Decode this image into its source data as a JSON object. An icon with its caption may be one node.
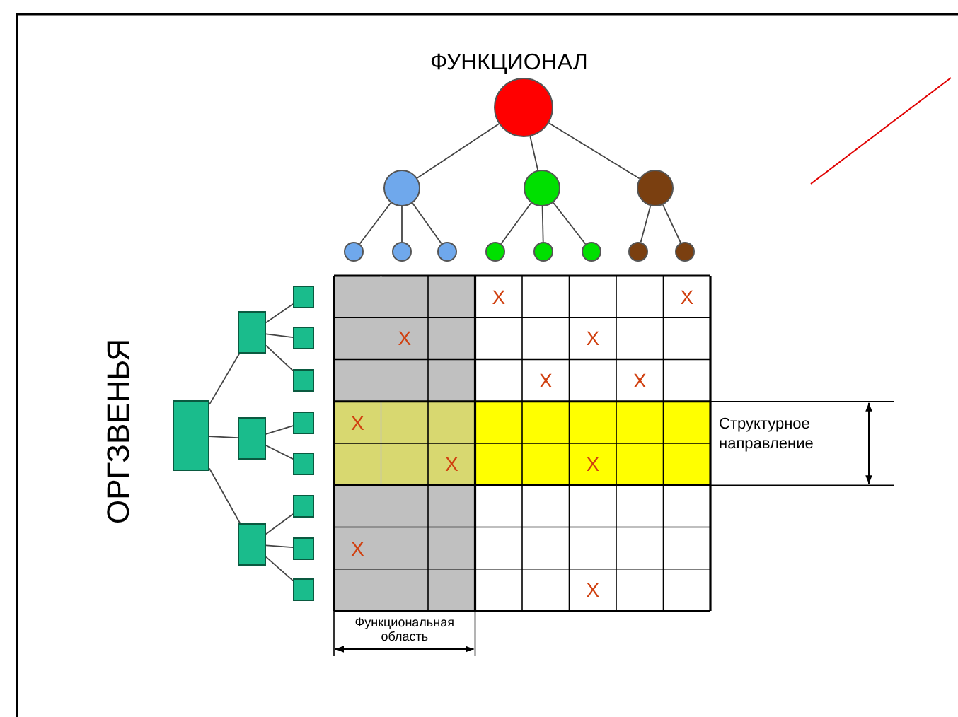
{
  "diagram": {
    "nodes": [
      {
        "text": [],
        "shape": "circle"
      },
      {
        "text": [],
        "shape": "circle"
      },
      {
        "text": [],
        "shape": "circle"
      },
      {
        "text": [],
        "shape": "circle"
      },
      {
        "text": [],
        "shape": "circle"
      },
      {
        "text": [],
        "shape": "circle"
      },
      {
        "text": [],
        "shape": "circle"
      },
      {
        "text": [],
        "shape": "circle"
      },
      {
        "text": [],
        "shape": "circle"
      },
      {
        "text": [],
        "shape": "circle"
      },
      {
        "text": [],
        "shape": "circle"
      },
      {
        "text": [],
        "shape": "circle"
      },
      {
        "text": [],
        "shape": "box"
      },
      {
        "text": [],
        "shape": "box"
      },
      {
        "text": [],
        "shape": "box"
      },
      {
        "text": [],
        "shape": "box"
      },
      {
        "text": [],
        "shape": "box"
      },
      {
        "text": [],
        "shape": "box"
      },
      {
        "text": [],
        "shape": "box"
      },
      {
        "text": [],
        "shape": "box"
      },
      {
        "text": [],
        "shape": "box"
      },
      {
        "text": [],
        "shape": "box"
      },
      {
        "text": [],
        "shape": "box"
      },
      {
        "text": [],
        "shape": "box"
      }
    ],
    "edges": [
      {
        "from": 0,
        "to": 1,
        "arrow": "none"
      },
      {
        "from": 0,
        "to": 2,
        "arrow": "none"
      },
      {
        "from": 0,
        "to": 3,
        "arrow": "none"
      },
      {
        "from": 1,
        "to": 4,
        "arrow": "none"
      },
      {
        "from": 1,
        "to": 5,
        "arrow": "none"
      },
      {
        "from": 1,
        "to": 6,
        "arrow": "none"
      },
      {
        "from": 2,
        "to": 7,
        "arrow": "none"
      },
      {
        "from": 2,
        "to": 8,
        "arrow": "none"
      },
      {
        "from": 2,
        "to": 9,
        "arrow": "none"
      },
      {
        "from": 3,
        "to": 10,
        "arrow": "none"
      },
      {
        "from": 3,
        "to": 11,
        "arrow": "none"
      },
      {
        "from": 12,
        "to": 13,
        "arrow": "none"
      },
      {
        "from": 12,
        "to": 14,
        "arrow": "none"
      },
      {
        "from": 12,
        "to": 15,
        "arrow": "none"
      },
      {
        "from": 13,
        "to": 16,
        "arrow": "none"
      },
      {
        "from": 13,
        "to": 17,
        "arrow": "none"
      },
      {
        "from": 13,
        "to": 18,
        "arrow": "none"
      },
      {
        "from": 14,
        "to": 19,
        "arrow": "none"
      },
      {
        "from": 14,
        "to": 20,
        "arrow": "none"
      },
      {
        "from": 15,
        "to": 21,
        "arrow": "none"
      },
      {
        "from": 15,
        "to": 22,
        "arrow": "none"
      },
      {
        "from": 15,
        "to": 23,
        "arrow": "none"
      }
    ],
    "labels": [
      "ФУНКЦИОНАЛ",
      "ОРГЗВЕНЬЯ",
      "X",
      "X",
      "X",
      "X",
      "X",
      "X",
      "X",
      "X",
      "X",
      "X",
      "X",
      "Структурное направление",
      "Функциональная область"
    ]
  }
}
